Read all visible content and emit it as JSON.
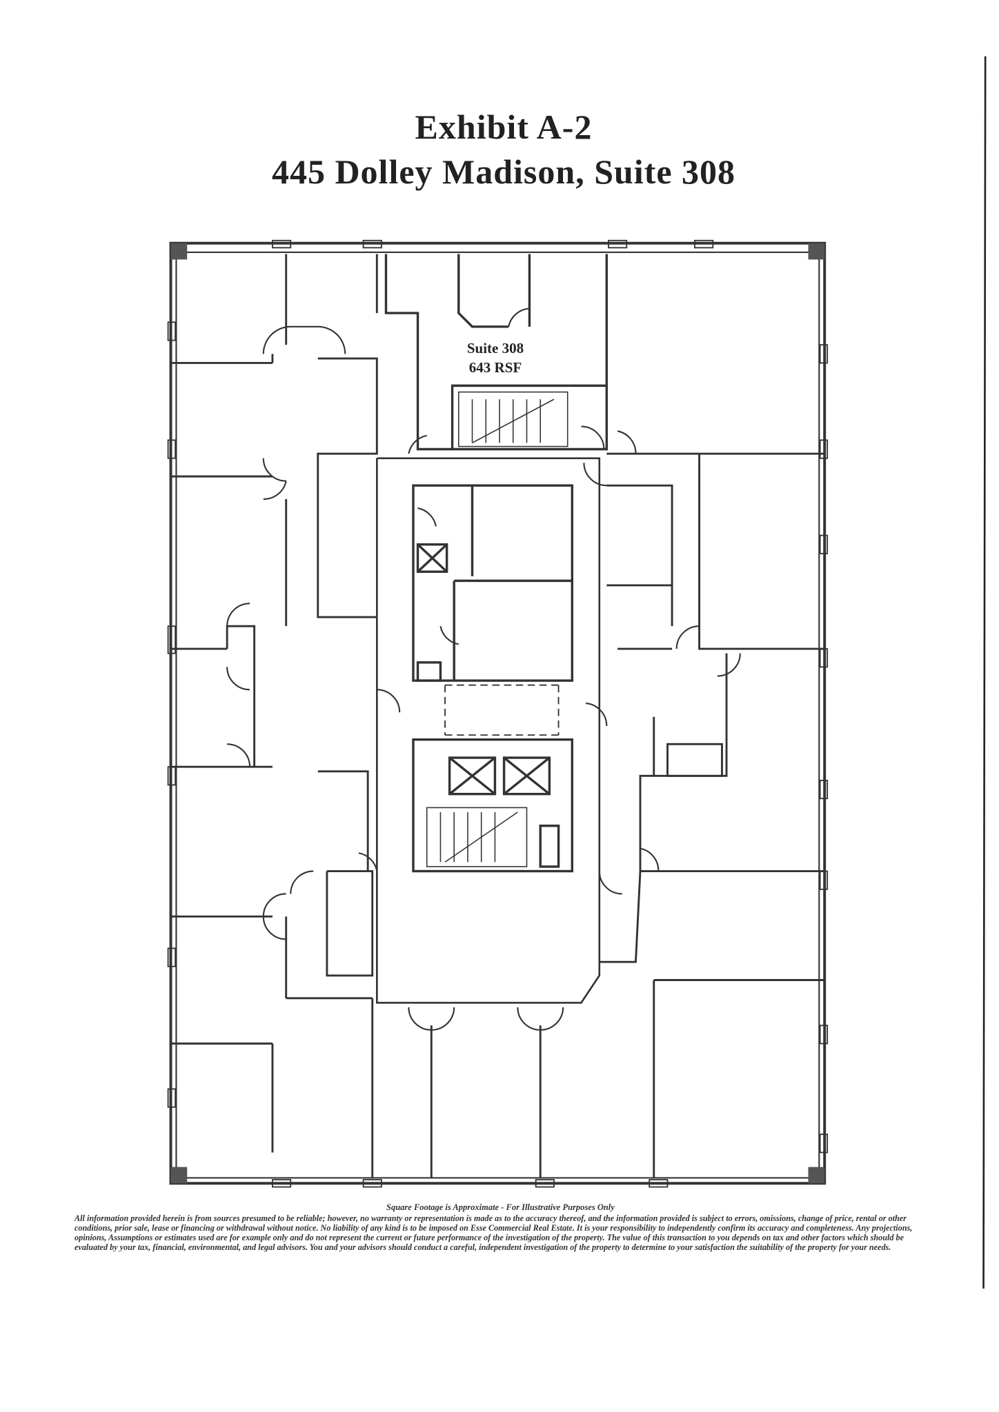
{
  "header": {
    "exhibit": "Exhibit A-2",
    "address": "445 Dolley Madison, Suite 308"
  },
  "floor_plan": {
    "suite_label": "Suite 308",
    "area_label": "643 RSF"
  },
  "footer": {
    "square_footage_note": "Square Footage is Approximate - For Illustrative Purposes Only",
    "disclaimer": "All information provided herein is from sources presumed to be reliable; however, no warranty or representation is made as to the accuracy thereof, and the information provided is subject to errors, omissions, change of price, rental or other conditions, prior sale, lease or financing or withdrawal without notice. No liability of any kind is to be imposed on Esse Commercial Real Estate. It is your responsibility to independently confirm its accuracy and completeness. Any projections, opinions, Assumptions or estimates used are for example only and do not represent the current or future performance of the investigation of the property. The value of this transaction to you depends on tax and other factors which should be evaluated by your tax, financial, environmental, and legal advisors. You and your advisors should conduct a careful, independent investigation of the property to determine to your satisfaction the suitability of the property for your needs."
  }
}
